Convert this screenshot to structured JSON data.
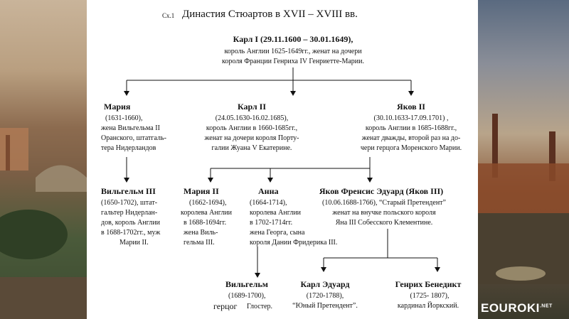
{
  "header": {
    "scheme_label": "Сх.1",
    "title": "Династия Стюартов в XVII – XVIII вв."
  },
  "root": {
    "name": "Карл I (29.11.1600 – 30.01.1649),",
    "line1": "король Англии 1625-1649гг., женат на дочери",
    "line2": "короля Франции Генриха IV Генриетте-Марии."
  },
  "maria": {
    "name": "Мария",
    "lines": [
      "(1631-1660),",
      "жена Вильгельма II",
      "Оранского, штатгаль-",
      "тера Нидерландов"
    ]
  },
  "karl2": {
    "name": "Карл II",
    "lines": [
      "(24.05.1630-16.02.1685),",
      "король Англии в 1660-1685гг.,",
      "женат на дочери короля Порту-",
      "галии Жуана V  Екатерине."
    ]
  },
  "yakov2": {
    "name": "Яков II",
    "lines": [
      "(30.10.1633-17.09.1701) ,",
      "король Англии в 1685-1688гг.,",
      "женат дважды, второй раз на до-",
      "чери герцога Моренского Марии."
    ]
  },
  "wilhelm3": {
    "name": "Вильгельм III",
    "lines": [
      "(1650-1702), штат-",
      "гальтер Нидерлан-",
      "дов, король Англии",
      "в 1688-1702гг., муж",
      "Марии II."
    ]
  },
  "maria2": {
    "name": "Мария II",
    "lines": [
      "(1662-1694),",
      "королева Англии",
      "в 1688-1694гг.",
      "жена Виль-",
      "гельма III."
    ]
  },
  "anna": {
    "name": "Анна",
    "lines": [
      "(1664-1714),",
      "королева Англии",
      "в 1702-1714гг.",
      "жена Георга, сына",
      "короля Дании Фридерика III."
    ]
  },
  "yakov3": {
    "name": "Яков Френсис Эдуард  (Яков III)",
    "lines": [
      "(10.06.1688-1766), “Старый Претендент”",
      "женат на внучке польского короля",
      "Яна III Собесского Клементине."
    ]
  },
  "wilhelm_duke": {
    "name": "Вильгельм",
    "line1": "(1689-1700),",
    "title_word": "герцог",
    "place": "Глостер."
  },
  "karl_eduard": {
    "name": "Карл Эдуард",
    "lines": [
      "(1720-1788),",
      "“Юный Претендент”."
    ]
  },
  "henry": {
    "name": "Генрих Бенедикт",
    "lines": [
      "(1725- 1807),",
      "кардинал Йоркский."
    ]
  },
  "watermark": {
    "text": "EOUROKI",
    "suffix": ".NET"
  },
  "colors": {
    "line": "#111111",
    "sheet": "#ffffff"
  }
}
